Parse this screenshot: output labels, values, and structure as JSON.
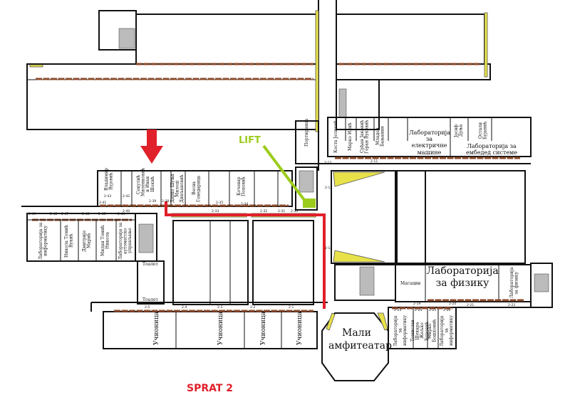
{
  "floor_label": "SPRAT 2",
  "lift_label": "LIFT",
  "colors": {
    "route": "#e0202a",
    "lift": "#9ccc1c",
    "wall": "#111111",
    "window": "#8b4a2b",
    "pillar": "#e8e24a"
  },
  "rooms": {
    "vladimir": "Владимир Вујовић",
    "sekulic": "Секулић Миленковић и Иван Шокић",
    "sava": "Дарко Шуња Милош Дивљановић",
    "vesna": "Весна Говедарица",
    "kotur": "Кочевар Поповић",
    "portir": "Портирница",
    "kosta": "Коста Јеличић",
    "marko_ilic": "Марко Илић",
    "srdjan": "Срђан Јаковић Горан Вуковић",
    "mladen": "Младен Бањанин",
    "lab_el": "Лабораторија за електричне машине",
    "josif": "Јосиф Дуња",
    "ostali": "Остали Бујанић",
    "lab_emb": "Лабораторија за ембедед системе",
    "lab_inf1": "Лабораторија за информатику",
    "room247": "Никола Томић Вукић",
    "dimitrije": "Дмитрије Марић",
    "room245": "Милан Томић Никола",
    "lab_auto": "Лабораторија за аутоматско управљање",
    "toalet": "Тоалет",
    "magacin": "Магацин",
    "lab_fiz": "Лабораторија за физику",
    "lab_fiz2": "Лабораторија за физику",
    "lab_inf2": "Лабораторија за информатику",
    "tomislav": "Томислав Шекара Жељко Ђуровић",
    "mirko": "Мирко Бошковић",
    "lab_inf3": "Лабораторија за информатику",
    "ucionica": "Учионица",
    "amfiteatar_1": "Мали",
    "amfiteatar_2": "амфитеатар"
  },
  "room_numbers": [
    "2-43",
    "2-42",
    "2-41",
    "2-40",
    "2-39",
    "2-38",
    "2-35",
    "2-34",
    "2-33",
    "2-32",
    "2-31",
    "2-30",
    "2-12",
    "2-11",
    "2-13",
    "2-14",
    "2-49",
    "2-48",
    "2-47",
    "2-46",
    "2-45",
    "2-44",
    "2-5",
    "2-4",
    "2-3",
    "2-2",
    "2-1",
    "2-19",
    "2-20",
    "2-21",
    "2-22",
    "2-23",
    "2-24",
    "2-25",
    "2-26"
  ]
}
